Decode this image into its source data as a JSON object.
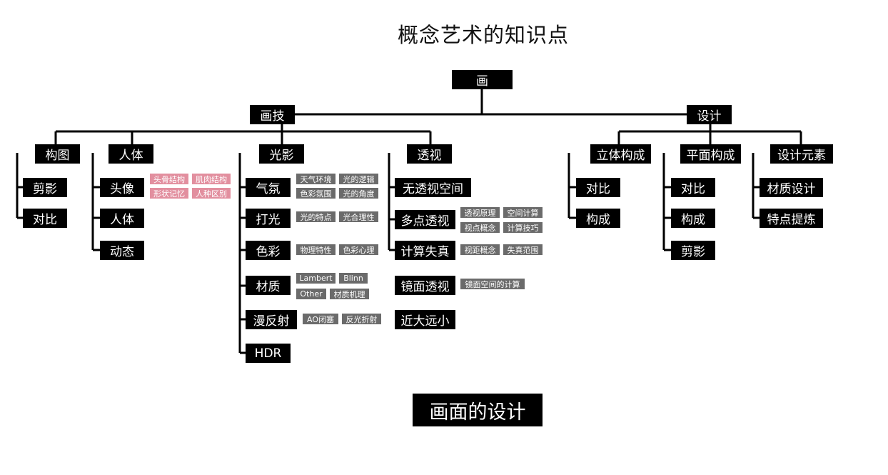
{
  "title": "概念艺术的知识点",
  "root": "画",
  "branches": {
    "techniques": "画技",
    "design": "设计"
  },
  "techniques": {
    "composition": {
      "label": "构图",
      "items": [
        "剪影",
        "对比"
      ]
    },
    "body": {
      "label": "人体",
      "items": [
        "头像",
        "人体",
        "动态"
      ],
      "head_tags": [
        "头骨结构",
        "肌肉结构",
        "形状记忆",
        "人种区别"
      ]
    },
    "light": {
      "label": "光影",
      "items": [
        "气氛",
        "打光",
        "色彩",
        "材质",
        "漫反射",
        "HDR"
      ],
      "atmosphere_tags": [
        "天气环境",
        "光的逻辑",
        "色彩氛围",
        "光的角度"
      ],
      "lighting_tags": [
        "光的特点",
        "光合理性"
      ],
      "color_tags": [
        "物理特性",
        "色彩心理"
      ],
      "material_tags": [
        "Lambert",
        "Blinn",
        "Other",
        "材质机理"
      ],
      "diffuse_tags": [
        "AO闭塞",
        "反光折射"
      ]
    },
    "perspective": {
      "label": "透视",
      "items": [
        "无透视空间",
        "多点透视",
        "计算失真",
        "镜面透视",
        "近大远小"
      ],
      "multipoint_tags": [
        "透视原理",
        "空间计算",
        "视点概念",
        "计算技巧"
      ],
      "distortion_tags": [
        "视距概念",
        "失真范围"
      ],
      "mirror_tags": [
        "镜面空间的计算"
      ]
    }
  },
  "design": {
    "solid": {
      "label": "立体构成",
      "items": [
        "对比",
        "构成"
      ]
    },
    "plane": {
      "label": "平面构成",
      "items": [
        "对比",
        "构成",
        "剪影"
      ]
    },
    "elements": {
      "label": "设计元素",
      "items": [
        "材质设计",
        "特点提炼"
      ]
    }
  },
  "bottom_label": "画面的设计",
  "colors": {
    "box": "#000000",
    "tag_gray": "#6b6b6b",
    "tag_pink": "#e28f9f",
    "line": "#000000"
  }
}
